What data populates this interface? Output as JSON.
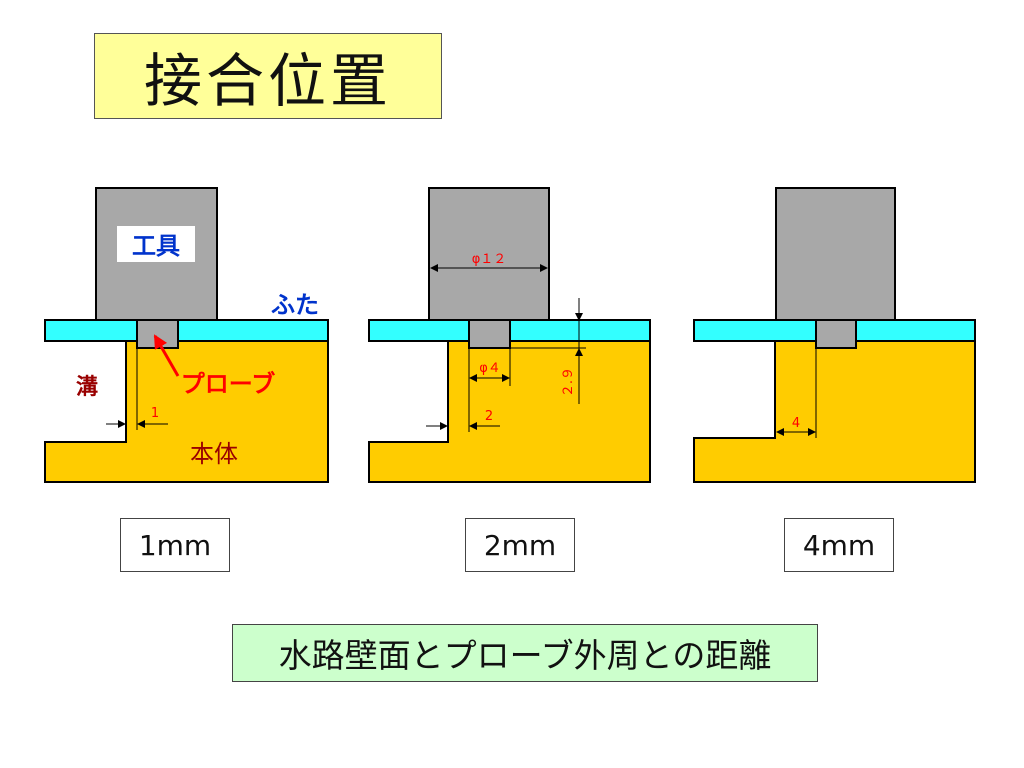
{
  "title": "接合位置",
  "labels": {
    "tool": "工具",
    "lid": "ふた",
    "probe": "プローブ",
    "groove": "溝",
    "body": "本体",
    "dim1": "1",
    "dim2": "2",
    "dim4": "4",
    "phi12": "φ１２",
    "phi4": "φ４",
    "depth": "２.９"
  },
  "cases": [
    {
      "label": "1mm"
    },
    {
      "label": "2mm"
    },
    {
      "label": "4mm"
    }
  ],
  "caption": "水路壁面とプローブ外周との距離",
  "colors": {
    "tool": "#a8a8a8",
    "lid": "#33ffff",
    "body": "#ffcc00",
    "title_bg": "#ffff99",
    "caption_bg": "#ccffcc",
    "dimension": "#ff0000",
    "lid_text": "#0033cc",
    "body_text": "#990000"
  }
}
